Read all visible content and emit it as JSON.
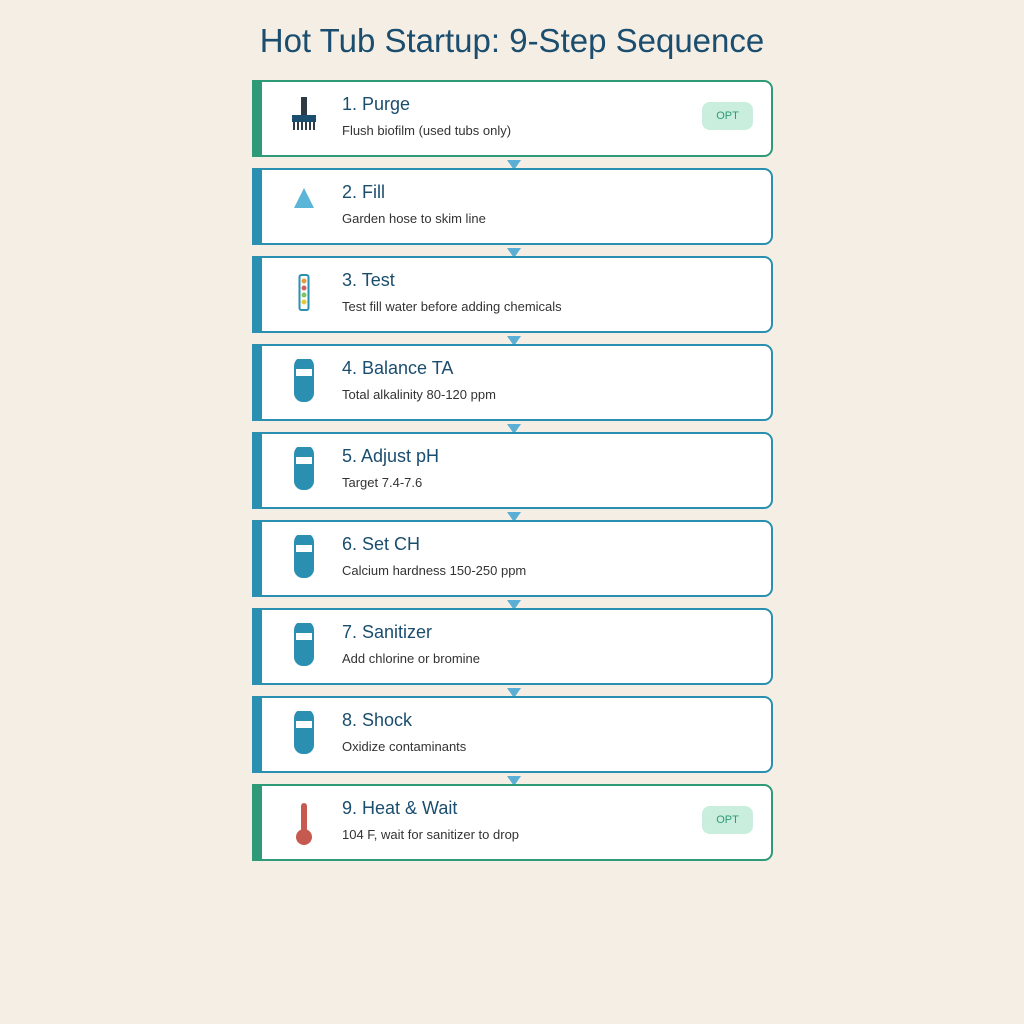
{
  "title": "Hot Tub Startup: 9-Step Sequence",
  "colors": {
    "background": "#f5eee5",
    "title": "#1a4d6e",
    "step_border": "#2a8fb0",
    "optional_border": "#2f9a78",
    "badge_bg": "#c9eedd",
    "arrow": "#5aafd4",
    "thermometer": "#c75a50"
  },
  "steps": [
    {
      "title": "1. Purge",
      "description": "Flush biofilm (used tubs only)",
      "icon": "brush-icon",
      "badge": "OPT"
    },
    {
      "title": "2. Fill",
      "description": "Garden hose to skim line",
      "icon": "water-drop-icon"
    },
    {
      "title": "3. Test",
      "description": "Test fill water before adding chemicals",
      "icon": "test-strip-icon"
    },
    {
      "title": "4. Balance TA",
      "description": "Total alkalinity 80-120 ppm",
      "icon": "chemical-bottle-icon"
    },
    {
      "title": "5. Adjust pH",
      "description": "Target 7.4-7.6",
      "icon": "chemical-bottle-icon"
    },
    {
      "title": "6. Set CH",
      "description": "Calcium hardness 150-250 ppm",
      "icon": "chemical-bottle-icon"
    },
    {
      "title": "7. Sanitizer",
      "description": "Add chlorine or bromine",
      "icon": "chemical-bottle-icon"
    },
    {
      "title": "8. Shock",
      "description": "Oxidize contaminants",
      "icon": "chemical-bottle-icon"
    },
    {
      "title": "9. Heat & Wait",
      "description": "104 F, wait for sanitizer to drop",
      "icon": "thermometer-icon",
      "badge": "OPT"
    }
  ]
}
